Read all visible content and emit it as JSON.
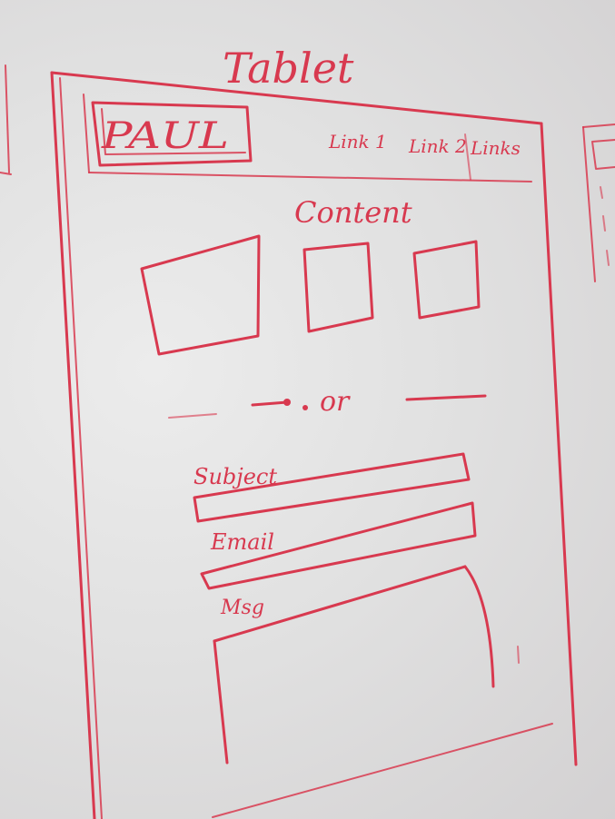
{
  "sketch": {
    "title": "Tablet",
    "logo": "PAUL",
    "nav_links": [
      "Link 1",
      "Link 2",
      "Links"
    ],
    "content_heading": "Content",
    "divider_text": "or",
    "form_labels": {
      "subject": "Subject",
      "email": "Email",
      "message": "Msg"
    }
  },
  "colors": {
    "ink": "#d8394f",
    "board": "#e4e4e4"
  }
}
